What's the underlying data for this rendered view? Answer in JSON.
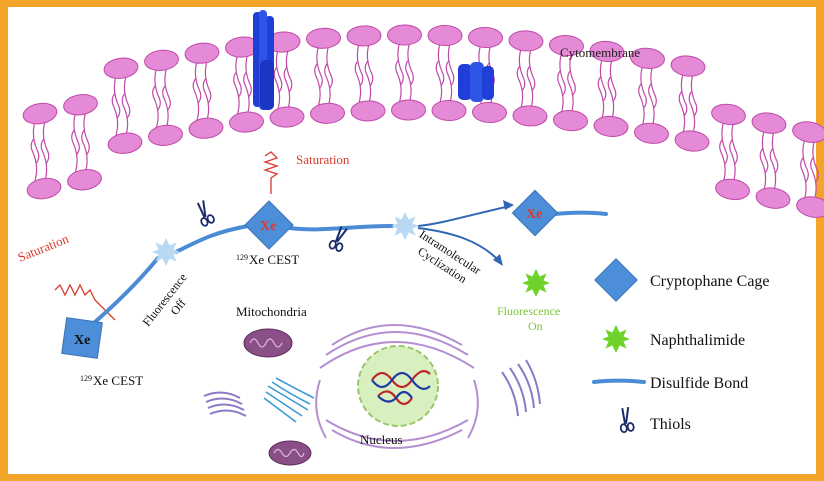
{
  "colors": {
    "border": "#f3a52a",
    "background": "#ffffff",
    "lipid_head": "#e58ad7",
    "lipid_tail": "#c04aa8",
    "cage": "#4d8ed8",
    "saturation": "#d93a2e",
    "fluorescence_on": "#7ec63a",
    "naphthalimide": "#6ed22a",
    "disulfide": "#4b8bd6",
    "channel_protein": "#1f3fd8"
  },
  "labels": {
    "cytomembrane": "Cytomembrane",
    "saturation_left": "Saturation",
    "saturation_top": "Saturation",
    "xe_symbol": "Xe",
    "cest_left": "Xe CEST",
    "cest_top": "Xe CEST",
    "isotope": "129",
    "fluorescence_off_line1": "Fluorescence",
    "fluorescence_off_line2": "Off",
    "intramolecular_line1": "Intramolecular",
    "intramolecular_line2": "Cyclization",
    "fluorescence_on_line1": "Fluorescence",
    "fluorescence_on_line2": "On",
    "mitochondria": "Mitochondria",
    "nucleus": "Nucleus"
  },
  "legend": {
    "items": [
      {
        "label": "Cryptophane Cage",
        "icon": "diamond-icon"
      },
      {
        "label": "Naphthalimide",
        "icon": "star-burst-icon"
      },
      {
        "label": "Disulfide Bond",
        "icon": "bond-line-icon"
      },
      {
        "label": "Thiols",
        "icon": "scissors-icon"
      }
    ]
  }
}
